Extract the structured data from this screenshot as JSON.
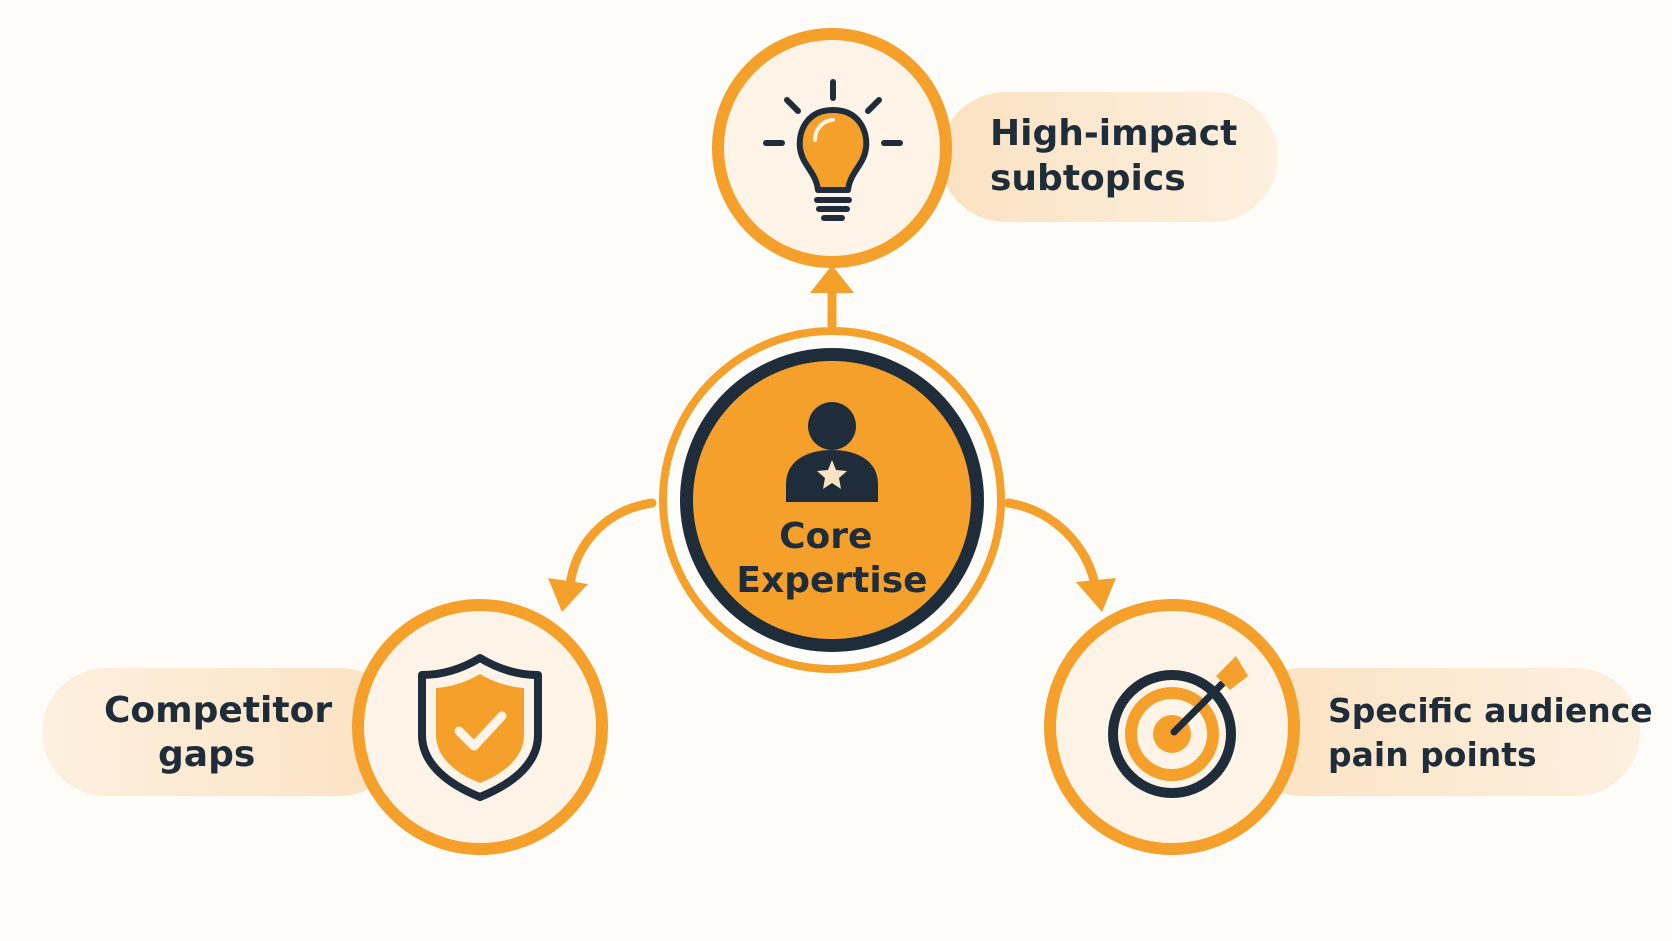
{
  "center": {
    "title_line1": "Core",
    "title_line2": "Expertise",
    "icon": "expert-person-star-icon"
  },
  "nodes": {
    "top": {
      "line1": "High-impact",
      "line2": "subtopics",
      "icon": "lightbulb-icon"
    },
    "left": {
      "line1": "Competitor",
      "line2": "gaps",
      "icon": "shield-check-icon"
    },
    "right": {
      "line1": "Specific audience",
      "line2": "pain points",
      "icon": "target-arrow-icon"
    }
  },
  "colors": {
    "accent": "#f5a02a",
    "dark": "#1f2d3a",
    "node_fill": "#fdf3e6",
    "pill_fill": "#fbe5c8",
    "background": "#fefcf9"
  }
}
